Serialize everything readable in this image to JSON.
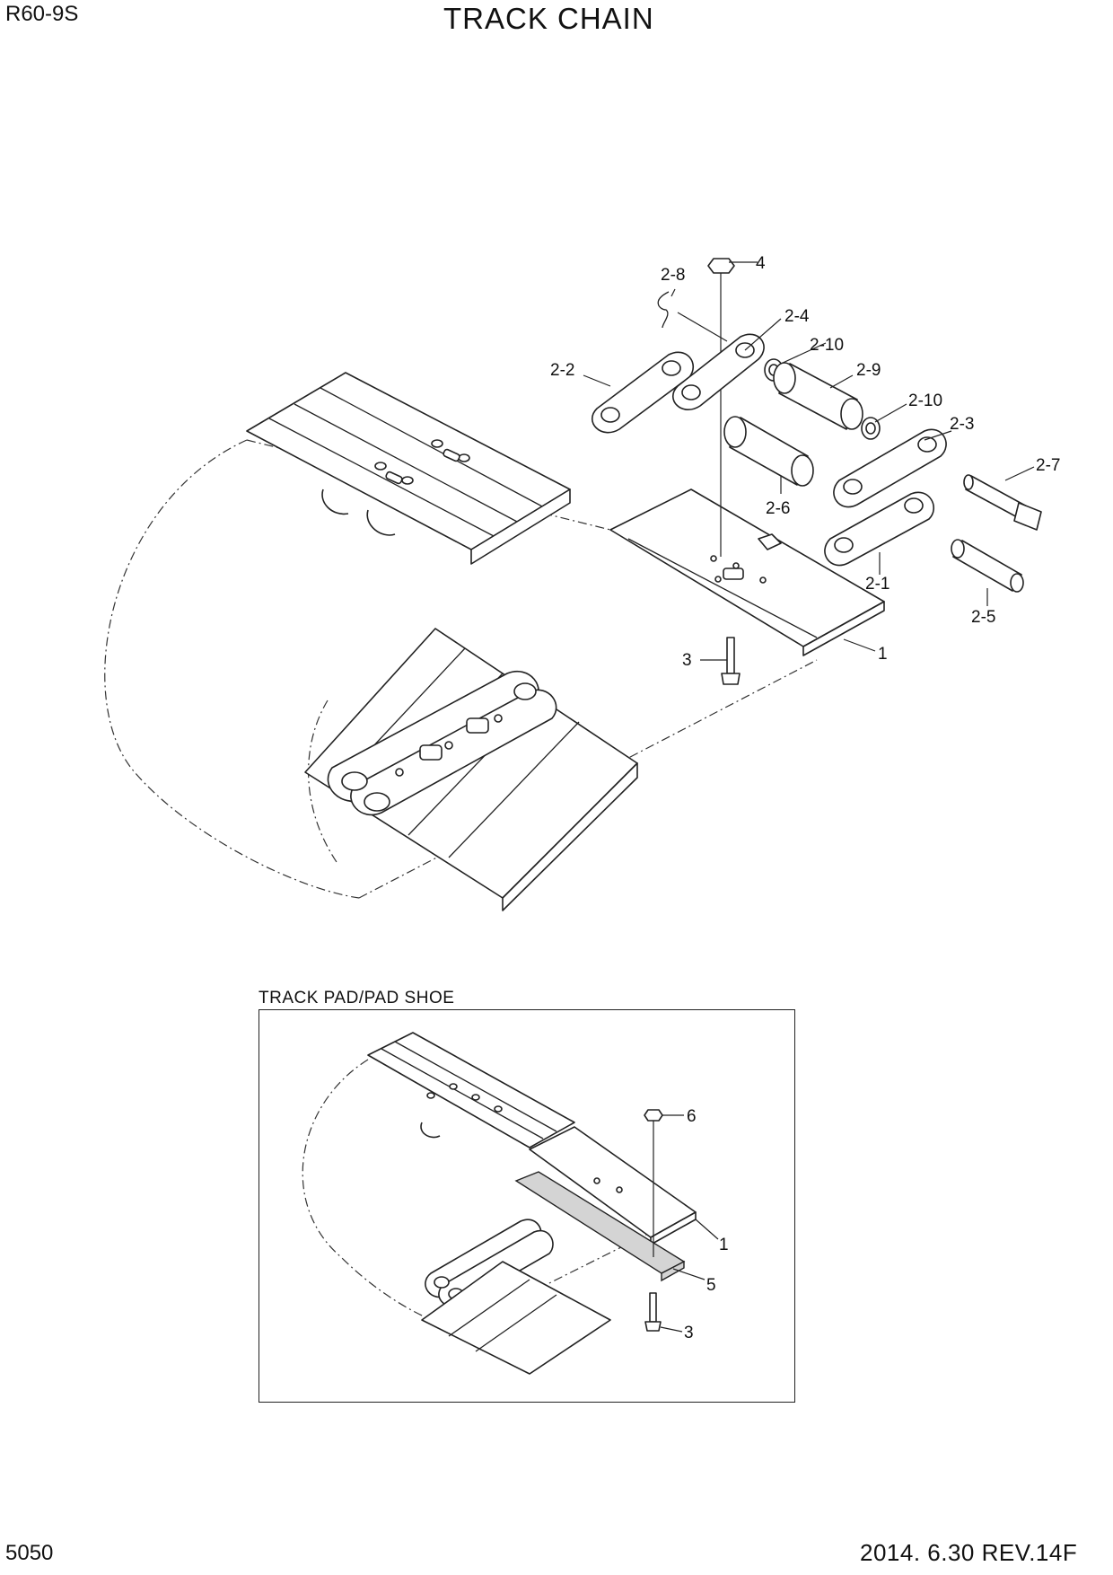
{
  "header": {
    "model": "R60-9S",
    "title": "TRACK CHAIN"
  },
  "footer": {
    "page_number": "5050",
    "revision": "2014. 6.30  REV.14F"
  },
  "main_diagram": {
    "callouts": [
      "4",
      "2-8",
      "2-4",
      "2-10",
      "2-2",
      "2-9",
      "2-10",
      "2-3",
      "2-7",
      "2-6",
      "2-1",
      "2-5",
      "3",
      "1"
    ]
  },
  "inset": {
    "title": "TRACK PAD/PAD SHOE",
    "callouts": [
      "6",
      "1",
      "5",
      "3"
    ]
  }
}
